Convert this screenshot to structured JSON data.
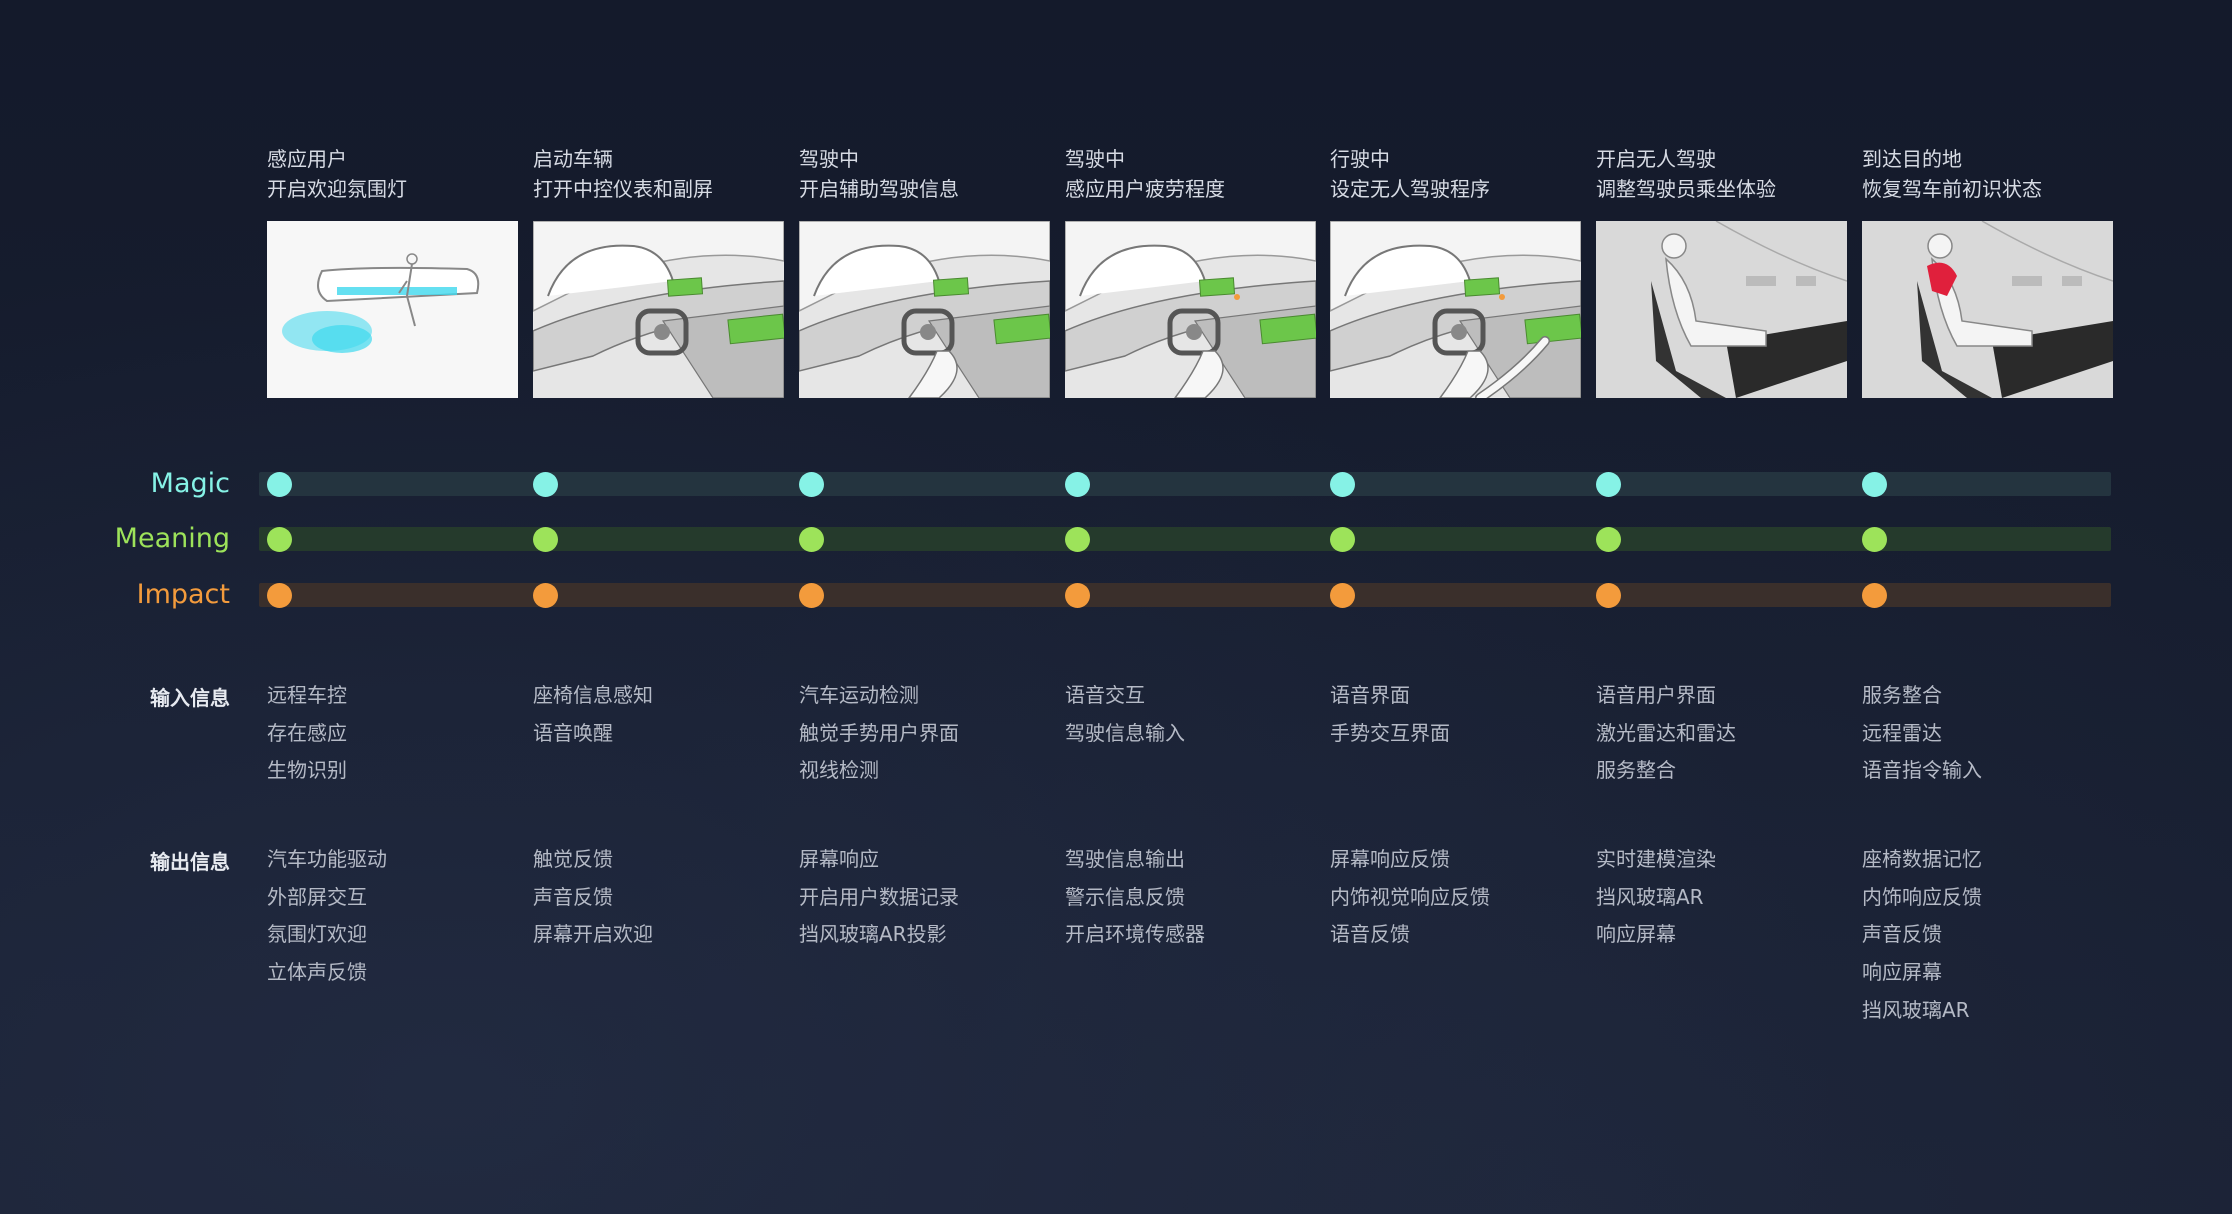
{
  "stages": [
    {
      "title_1": "感应用户",
      "title_2": "开启欢迎氛围灯",
      "scene": "car-exterior-welcome-light"
    },
    {
      "title_1": "启动车辆",
      "title_2": "打开中控仪表和副屏",
      "scene": "dashboard-screens"
    },
    {
      "title_1": "驾驶中",
      "title_2": "开启辅助驾驶信息",
      "scene": "dashboard-driving"
    },
    {
      "title_1": "驾驶中",
      "title_2": "感应用户疲劳程度",
      "scene": "dashboard-fatigue"
    },
    {
      "title_1": "行驶中",
      "title_2": "设定无人驾驶程序",
      "scene": "dashboard-gesture"
    },
    {
      "title_1": "开启无人驾驶",
      "title_2": "调整驾驶员乘坐体验",
      "scene": "seat-reclined"
    },
    {
      "title_1": "到达目的地",
      "title_2": "恢复驾车前初识状态",
      "scene": "seat-restored"
    }
  ],
  "tracks": [
    {
      "label": "Magic",
      "color": "#86f2e6",
      "track_color": "#24343f"
    },
    {
      "label": "Meaning",
      "color": "#9de35a",
      "track_color": "#253a2c"
    },
    {
      "label": "Impact",
      "color": "#f39b3c",
      "track_color": "#3a2f2b"
    }
  ],
  "rows": {
    "input_label": "输入信息",
    "output_label": "输出信息"
  },
  "inputs": [
    [
      "远程车控",
      "存在感应",
      "生物识别"
    ],
    [
      "座椅信息感知",
      "语音唤醒"
    ],
    [
      "汽车运动检测",
      "触觉手势用户界面",
      "视线检测"
    ],
    [
      "语音交互",
      "驾驶信息输入"
    ],
    [
      "语音界面",
      "手势交互界面"
    ],
    [
      "语音用户界面",
      "激光雷达和雷达",
      "服务整合"
    ],
    [
      "服务整合",
      "远程雷达",
      "语音指令输入"
    ]
  ],
  "outputs": [
    [
      "汽车功能驱动",
      "外部屏交互",
      "氛围灯欢迎",
      "立体声反馈"
    ],
    [
      "触觉反馈",
      "声音反馈",
      "屏幕开启欢迎"
    ],
    [
      "屏幕响应",
      "开启用户数据记录",
      "挡风玻璃AR投影"
    ],
    [
      "驾驶信息输出",
      "警示信息反馈",
      "开启环境传感器"
    ],
    [
      "屏幕响应反馈",
      "内饰视觉响应反馈",
      "语音反馈"
    ],
    [
      "实时建模渲染",
      "挡风玻璃AR",
      "响应屏幕"
    ],
    [
      "座椅数据记忆",
      "内饰响应反馈",
      "声音反馈",
      "响应屏幕",
      "挡风玻璃AR"
    ]
  ],
  "colors": {
    "background": "#141a2b",
    "welcome_light": "#3fd8ee",
    "screen_green": "#6cc64a",
    "seat_red": "#e0203c"
  }
}
